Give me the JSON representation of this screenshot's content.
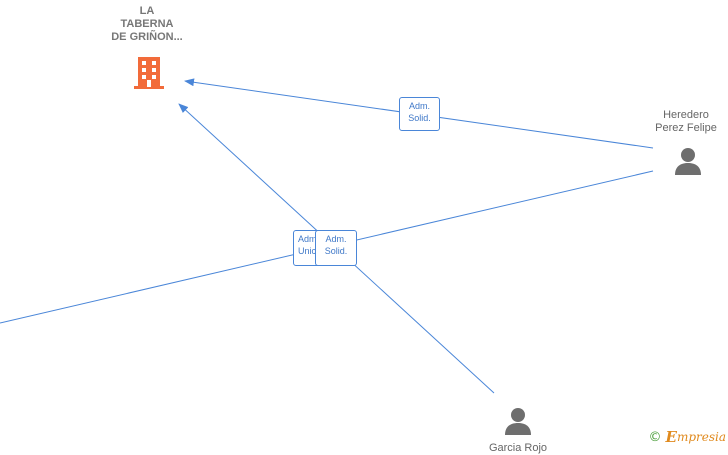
{
  "colors": {
    "edge": "#4a86d8",
    "company": "#f26b3a",
    "person": "#6e6e6e",
    "brand_c": "#4a9e3a",
    "brand_text": "#e08a1e"
  },
  "nodes": {
    "company": {
      "icon": "building-icon",
      "label_lines": [
        "LA",
        "TABERNA",
        "DE GRIÑON..."
      ]
    },
    "person_heredero": {
      "icon": "person-icon",
      "label_lines": [
        "Heredero",
        "Perez Felipe"
      ]
    },
    "person_garcia": {
      "icon": "person-icon",
      "label_lines": [
        "Garcia Rojo"
      ]
    }
  },
  "edges": {
    "heredero_to_company": {
      "label_lines": [
        "Adm.",
        "Solid."
      ]
    },
    "left_to_company": {
      "label_lines": [
        "Adm.",
        "Unico"
      ]
    },
    "garcia_to_heredero": {
      "label_lines": [
        "Adm.",
        "Solid."
      ]
    }
  },
  "watermark": {
    "symbol": "©",
    "brand_initial": "E",
    "brand_rest": "mpresia"
  }
}
